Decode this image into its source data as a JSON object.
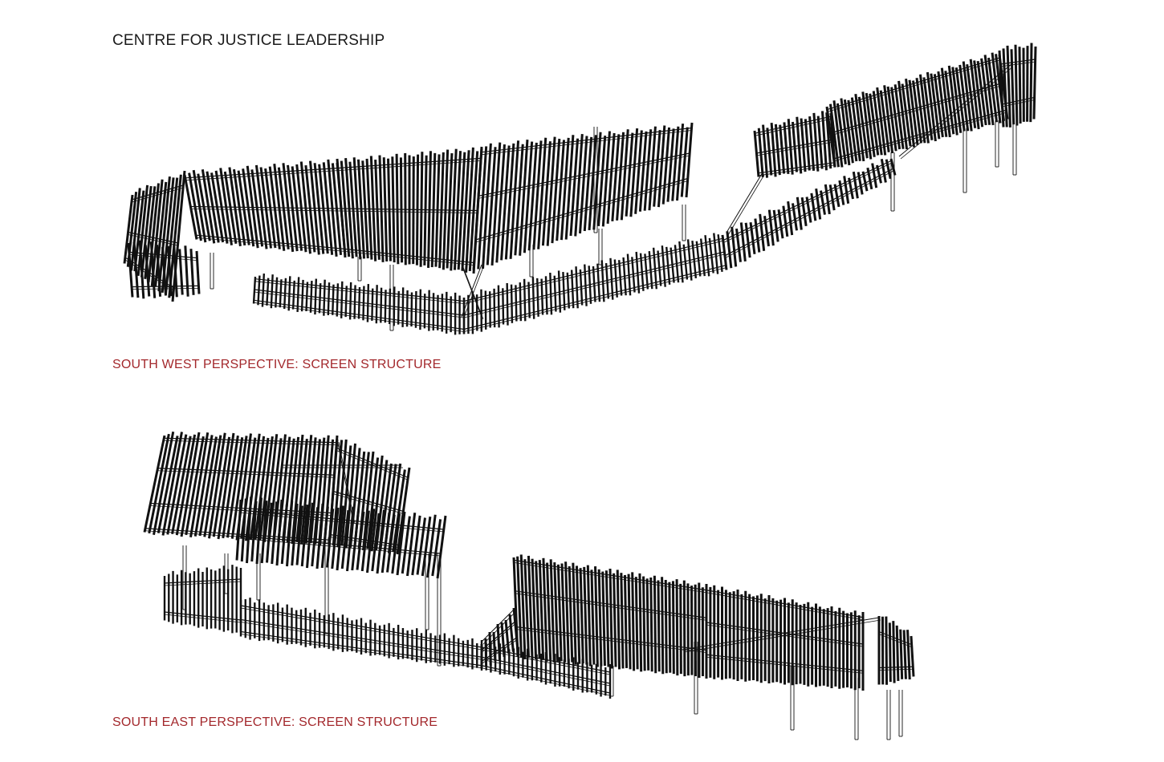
{
  "sheet": {
    "title": "CENTRE FOR JUSTICE LEADERSHIP",
    "accent_color": "#a3282c",
    "ink_color": "#111111"
  },
  "views": [
    {
      "id": "south-west",
      "caption": "SOUTH WEST PERSPECTIVE: SCREEN STRUCTURE"
    },
    {
      "id": "south-east",
      "caption": "SOUTH EAST PERSPECTIVE: SCREEN STRUCTURE"
    }
  ]
}
